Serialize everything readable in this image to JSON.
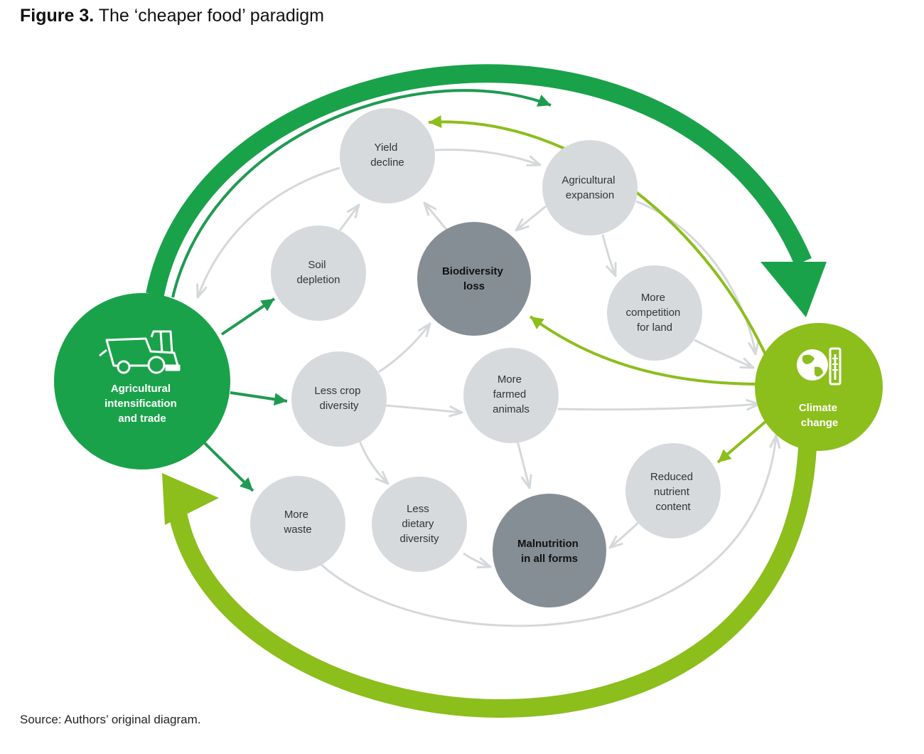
{
  "figure": {
    "number": "Figure 3.",
    "title": "The ‘cheaper food’ paradigm",
    "source": "Source: Authors’ original diagram."
  },
  "colors": {
    "dark_green": "#1aa24a",
    "light_green": "#8cbe1c",
    "circle_light": "#d7dadd",
    "circle_dark": "#868e95",
    "edge_grey": "#d5d8da",
    "edge_dark_green": "#1f9a52",
    "edge_light_green": "#8cbe1c"
  },
  "nodes": {
    "agri": {
      "lines": [
        "Agricultural",
        "intensification",
        "and trade"
      ],
      "icon": "combine-harvester-icon"
    },
    "climate": {
      "lines": [
        "Climate",
        "change"
      ],
      "icon": "globe-thermometer-icon"
    },
    "yield": {
      "lines": [
        "Yield",
        "decline"
      ]
    },
    "agexp": {
      "lines": [
        "Agricultural",
        "expansion"
      ]
    },
    "soil": {
      "lines": [
        "Soil",
        "depletion"
      ]
    },
    "bio": {
      "lines": [
        "Biodiversity",
        "loss"
      ]
    },
    "comp": {
      "lines": [
        "More",
        "competition",
        "for land"
      ]
    },
    "crop": {
      "lines": [
        "Less crop",
        "diversity"
      ]
    },
    "farmed": {
      "lines": [
        "More",
        "farmed",
        "animals"
      ]
    },
    "waste": {
      "lines": [
        "More",
        "waste"
      ]
    },
    "dietary": {
      "lines": [
        "Less",
        "dietary",
        "diversity"
      ]
    },
    "malnut": {
      "lines": [
        "Malnutrition",
        "in all forms"
      ]
    },
    "nutrient": {
      "lines": [
        "Reduced",
        "nutrient",
        "content"
      ]
    }
  }
}
